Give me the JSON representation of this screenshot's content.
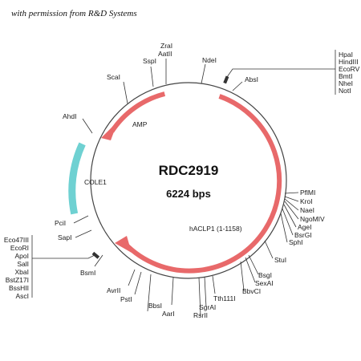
{
  "credit": "with permission from R&D Systems",
  "plasmid": {
    "name": "RDC2919",
    "size": "6224 bps"
  },
  "features": {
    "amp": "AMP",
    "cole1": "COLE1",
    "insert": "hACLP1 (1-1158)"
  },
  "colors": {
    "backbone": "#444444",
    "amp_arrow": "#e8696a",
    "insert_arrow": "#e8696a",
    "cole1": "#6fd1d2"
  },
  "sites": {
    "zral": "ZraI",
    "aatii": "AatII",
    "sspi": "SspI",
    "ndei": "NdeI",
    "scai": "ScaI",
    "absi": "AbsI",
    "ahdi": "AhdI",
    "pfimi": "PflMI",
    "kroi": "KroI",
    "naei": "NaeI",
    "ngomiv": "NgoMIV",
    "agei": "AgeI",
    "bsrgi": "BsrGI",
    "sphi": "SphI",
    "pcii": "PciI",
    "sapi": "SapI",
    "stui": "StuI",
    "bsgi": "BsgI",
    "sexai": "SexAI",
    "bbvci": "BbvCI",
    "bsmi": "BsmI",
    "avrii": "AvrII",
    "psti": "PstI",
    "tth111i": "Tth111I",
    "bbsi": "BbsI",
    "sgrai": "SgrAI",
    "aari": "AarI",
    "rsrii": "RsrII"
  },
  "mcs_top": [
    "HpaI",
    "HindIII",
    "EcoRV",
    "BmtI",
    "NheI",
    "NotI"
  ],
  "mcs_left": [
    "Eco47III",
    "EcoRI",
    "ApoI",
    "SalI",
    "XbaI",
    "BstZ17I",
    "BssHII",
    "AscI"
  ]
}
